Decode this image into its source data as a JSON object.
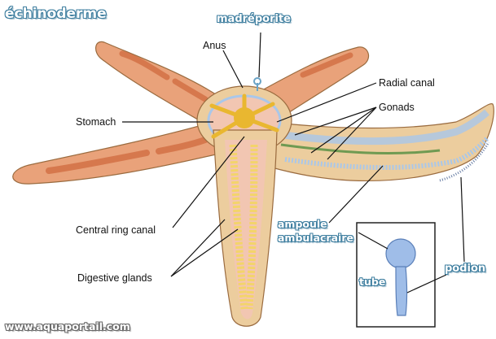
{
  "header": {
    "title": "échinoderme"
  },
  "footer": {
    "url": "www.aquaportail.com"
  },
  "labels": {
    "madreporite": "madréporite",
    "anus": "Anus",
    "radial_canal": "Radial canal",
    "gonads": "Gonads",
    "stomach": "Stomach",
    "central_ring_canal": "Central ring canal",
    "digestive_glands": "Digestive glands",
    "ampoule_line1": "ampoule",
    "ampoule_line2": "ambulacraire",
    "tube": "tube",
    "podion": "podion"
  },
  "colors": {
    "arm_skin": "#e9a27a",
    "arm_spots": "#cf6a3f",
    "body_beige": "#eccd9e",
    "cavity_pink": "#f2c6b2",
    "gland_yellow": "#f3d46b",
    "canal_gold": "#e9b730",
    "podia_blue": "#a9c7ea",
    "gonad_green": "#6f9a52",
    "title_blue": "#3f7fa0"
  }
}
